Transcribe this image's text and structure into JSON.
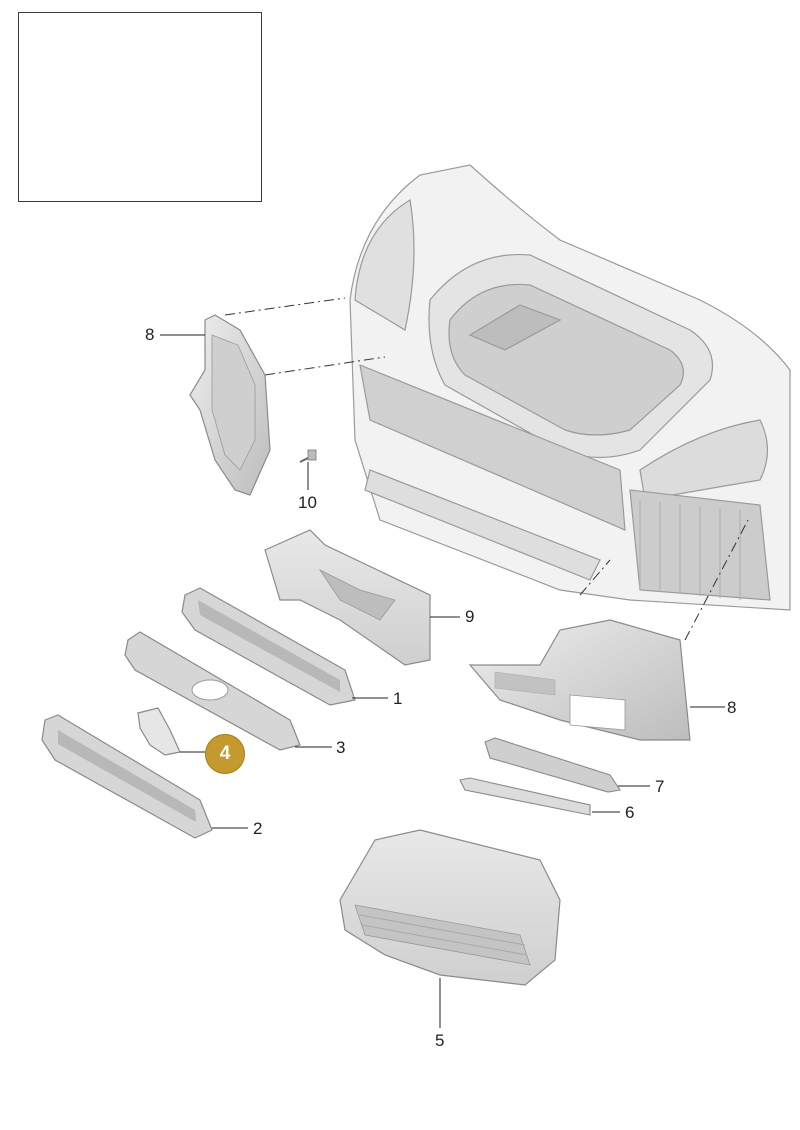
{
  "callouts": {
    "c1": "1",
    "c2": "2",
    "c3": "3",
    "c4": "4",
    "c5": "5",
    "c6": "6",
    "c7": "7",
    "c8a": "8",
    "c8b": "8",
    "c9": "9",
    "c10": "10"
  },
  "highlight_color": "#c49a2e",
  "part_color": "#d9d9d9",
  "line_color": "#222222"
}
